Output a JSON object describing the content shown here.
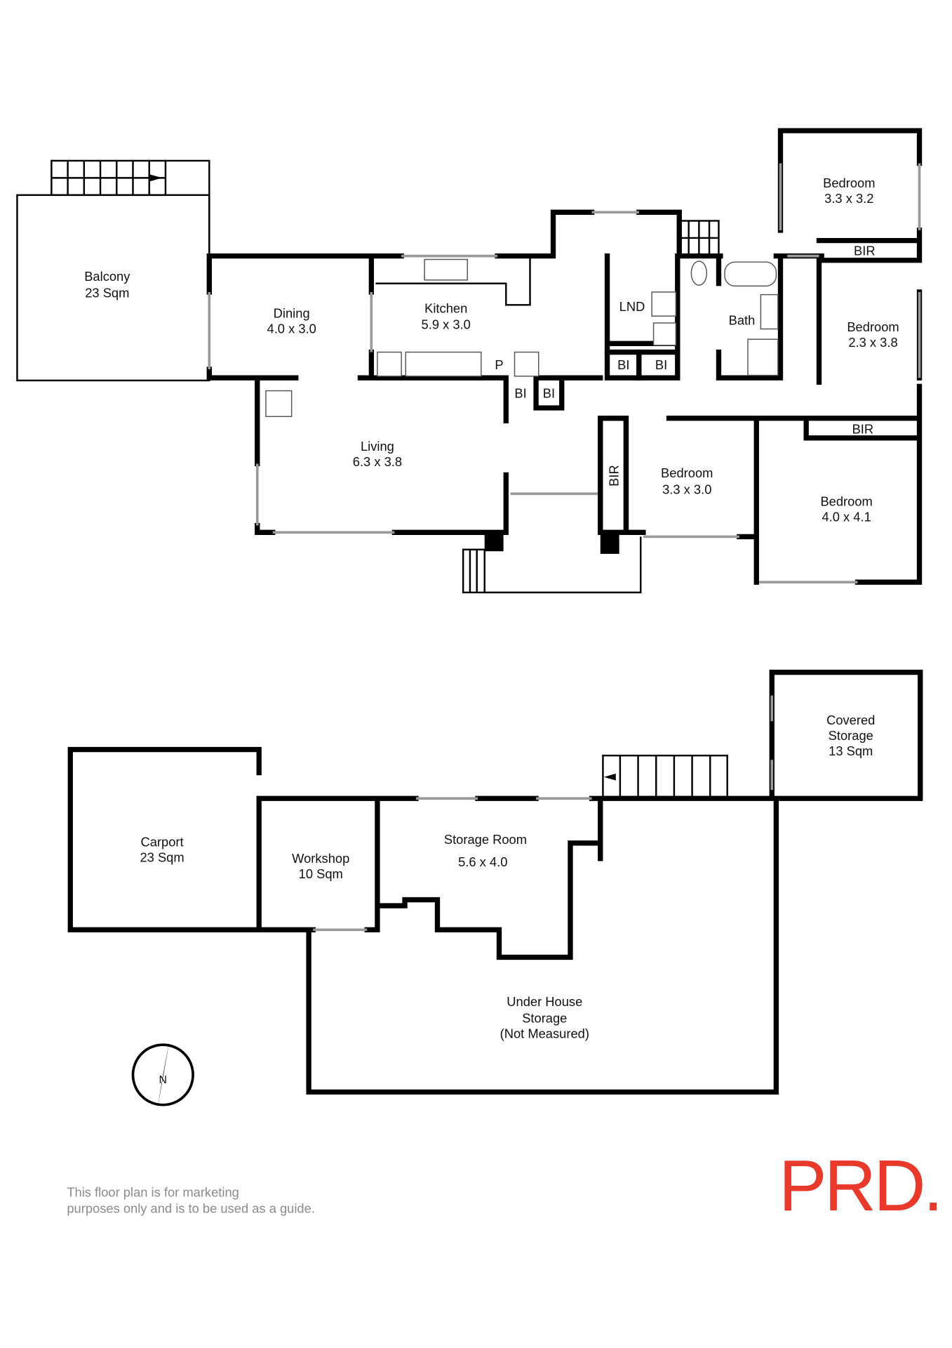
{
  "upper_floor": {
    "balcony": {
      "name": "Balcony",
      "size": "23 Sqm"
    },
    "dining": {
      "name": "Dining",
      "size": "4.0 x 3.0"
    },
    "kitchen": {
      "name": "Kitchen",
      "size": "5.9 x 3.0",
      "pantry": "P"
    },
    "living": {
      "name": "Living",
      "size": "6.3 x 3.8"
    },
    "laundry": {
      "name": "LND"
    },
    "bath": {
      "name": "Bath"
    },
    "built_ins": [
      "BI",
      "BI",
      "BI",
      "BI"
    ],
    "bedroom_1": {
      "name": "Bedroom",
      "size": "3.3 x 3.2",
      "robe": "BIR"
    },
    "bedroom_2": {
      "name": "Bedroom",
      "size": "2.3 x 3.8",
      "robe": "BIR"
    },
    "bedroom_3": {
      "name": "Bedroom",
      "size": "3.3 x 3.0",
      "robe": "BIR"
    },
    "bedroom_4": {
      "name": "Bedroom",
      "size": "4.0 x 4.1"
    }
  },
  "lower_floor": {
    "carport": {
      "name": "Carport",
      "size": "23 Sqm"
    },
    "workshop": {
      "name": "Workshop",
      "size": "10 Sqm"
    },
    "storage_room": {
      "name": "Storage Room",
      "size": "5.6 x 4.0"
    },
    "covered_storage": {
      "name": "Covered",
      "name2": "Storage",
      "size": "13 Sqm"
    },
    "under_house": {
      "line1": "Under House",
      "line2": "Storage",
      "line3": "(Not Measured)"
    }
  },
  "compass": {
    "label": "N"
  },
  "disclaimer": {
    "line1": "This floor plan is for marketing",
    "line2": "purposes only and is to be used as a guide."
  },
  "logo": {
    "text": "PRD.",
    "color": "#e8392b"
  }
}
